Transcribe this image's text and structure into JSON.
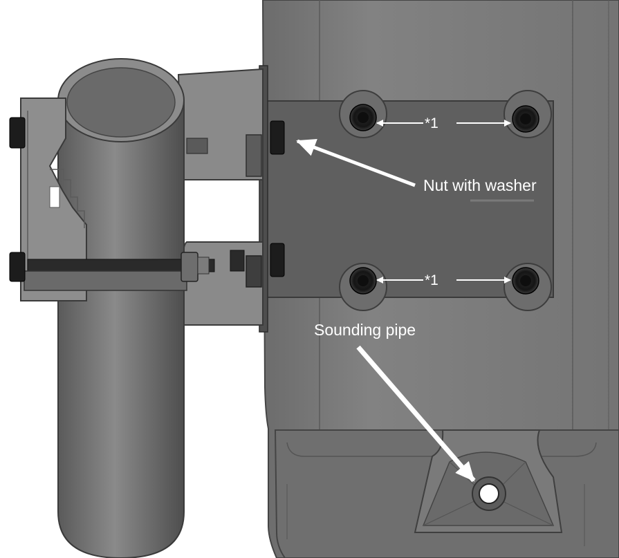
{
  "labels": {
    "dimension_top": "*1",
    "dimension_bottom": "*1",
    "nut_with_washer": "Nut with washer",
    "sounding_pipe": "Sounding pipe"
  },
  "colors": {
    "housing": "#7b7b7b",
    "housing_edge": "#4a4a4a",
    "plate": "#5e5e5e",
    "pipe": "#767676",
    "bracket": "#8c8c8c",
    "bolt": "#1c1c1c",
    "annotation": "#ffffff"
  },
  "icons": {
    "arrow": "white-arrow",
    "bolt": "hex-bolt",
    "screw": "socket-head-screw"
  }
}
